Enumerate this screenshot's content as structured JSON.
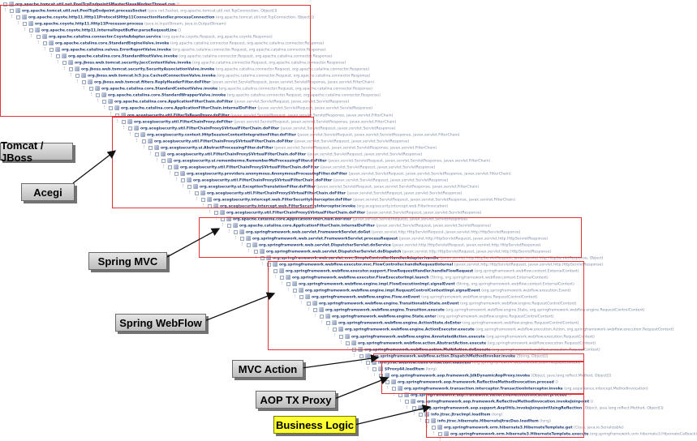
{
  "layers": [
    {
      "id": "tomcat",
      "label": "Tomcat / JBoss",
      "highlight": false
    },
    {
      "id": "acegi",
      "label": "Acegi",
      "highlight": false
    },
    {
      "id": "springmvc",
      "label": "Spring MVC",
      "highlight": false
    },
    {
      "id": "webflow",
      "label": "Spring WebFlow",
      "highlight": false
    },
    {
      "id": "mvcaction",
      "label": "MVC Action",
      "highlight": false
    },
    {
      "id": "aoptx",
      "label": "AOP TX Proxy",
      "highlight": false
    },
    {
      "id": "business",
      "label": "Business Logic",
      "highlight": true
    }
  ],
  "trace": [
    {
      "method": "org.apache.tomcat.util.net.PoolTcpEndpoint$MasterSlaveWorkerThread.run",
      "sig": "()"
    },
    {
      "method": "org.apache.tomcat.util.net.PoolTcpEndpoint.processSocket",
      "sig": "(java.net.Socket, org.apache.tomcat.util.net.TcpConnection, Object[])"
    },
    {
      "method": "org.apache.coyote.http11.Http11Protocol$Http11ConnectionHandler.processConnection",
      "sig": "(org.apache.tomcat.util.net.TcpConnection, Object[])"
    },
    {
      "method": "org.apache.coyote.http11.Http11Processor.process",
      "sig": "(java.io.InputStream, java.io.OutputStream)"
    },
    {
      "method": "org.apache.coyote.http11.InternalInputBuffer.parseRequestLine",
      "sig": "()"
    },
    {
      "method": "org.apache.catalina.connector.CoyoteAdapter.service",
      "sig": "(org.apache.coyote.Request, org.apache.coyote.Response)"
    },
    {
      "method": "org.apache.catalina.core.StandardEngineValve.invoke",
      "sig": "(org.apache.catalina.connector.Request, org.apache.catalina.connector.Response)"
    },
    {
      "method": "org.apache.catalina.valves.ErrorReportValve.invoke",
      "sig": "(org.apache.catalina.connector.Request, org.apache.catalina.connector.Response)"
    },
    {
      "method": "org.apache.catalina.core.StandardHostValve.invoke",
      "sig": "(org.apache.catalina.connector.Request, org.apache.catalina.connector.Response)"
    },
    {
      "method": "org.jboss.web.tomcat.security.JaccContextValve.invoke",
      "sig": "(org.apache.catalina.connector.Request, org.apache.catalina.connector.Response)"
    },
    {
      "method": "org.jboss.web.tomcat.security.SecurityAssociationValve.invoke",
      "sig": "(org.apache.catalina.connector.Request, org.apache.catalina.connector.Response)"
    },
    {
      "method": "org.jboss.web.tomcat.tc5.jca.CachedConnectionValve.invoke",
      "sig": "(org.apache.catalina.connector.Request, org.apache.catalina.connector.Response)"
    },
    {
      "method": "org.jboss.web.tomcat.filters.ReplyHeaderFilter.doFilter",
      "sig": "(javax.servlet.ServletRequest, javax.servlet.ServletResponse, javax.servlet.FilterChain)"
    },
    {
      "method": "org.apache.catalina.core.StandardContextValve.invoke",
      "sig": "(org.apache.catalina.connector.Request, org.apache.catalina.connector.Response)"
    },
    {
      "method": "org.apache.catalina.core.StandardWrapperValve.invoke",
      "sig": "(org.apache.catalina.connector.Request, org.apache.catalina.connector.Response)"
    },
    {
      "method": "org.apache.catalina.core.ApplicationFilterChain.doFilter",
      "sig": "(javax.servlet.ServletRequest, javax.servlet.ServletResponse)"
    },
    {
      "method": "org.apache.catalina.core.ApplicationFilterChain.internalDoFilter",
      "sig": "(javax.servlet.ServletRequest, javax.servlet.ServletResponse)"
    },
    {
      "method": "org.acegisecurity.util.FilterToBeanProxy.doFilter",
      "sig": "(javax.servlet.ServletRequest, javax.servlet.ServletResponse, javax.servlet.FilterChain)"
    },
    {
      "method": "org.acegisecurity.util.FilterChainProxy.doFilter",
      "sig": "(javax.servlet.ServletRequest, javax.servlet.ServletResponse, javax.servlet.FilterChain)"
    },
    {
      "method": "org.acegisecurity.util.FilterChainProxy$VirtualFilterChain.doFilter",
      "sig": "(javax.servlet.ServletRequest, javax.servlet.ServletResponse)"
    },
    {
      "method": "org.acegisecurity.context.HttpSessionContextIntegrationFilter.doFilter",
      "sig": "(javax.servlet.ServletRequest, javax.servlet.ServletResponse, javax.servlet.FilterChain)"
    },
    {
      "method": "org.acegisecurity.util.FilterChainProxy$VirtualFilterChain.doFilter",
      "sig": "(javax.servlet.ServletRequest, javax.servlet.ServletResponse)"
    },
    {
      "method": "org.acegisecurity.ui.AbstractProcessingFilter.doFilter",
      "sig": "(javax.servlet.ServletRequest, javax.servlet.ServletResponse, javax.servlet.FilterChain)"
    },
    {
      "method": "org.acegisecurity.util.FilterChainProxy$VirtualFilterChain.doFilter",
      "sig": "(javax.servlet.ServletRequest, javax.servlet.ServletResponse)"
    },
    {
      "method": "org.acegisecurity.ui.rememberme.RememberMeProcessingFilter.doFilter",
      "sig": "(javax.servlet.ServletRequest, javax.servlet.ServletResponse, javax.servlet.FilterChain)"
    },
    {
      "method": "org.acegisecurity.util.FilterChainProxy$VirtualFilterChain.doFilter",
      "sig": "(javax.servlet.ServletRequest, javax.servlet.ServletResponse)"
    },
    {
      "method": "org.acegisecurity.providers.anonymous.AnonymousProcessingFilter.doFilter",
      "sig": "(javax.servlet.ServletRequest, javax.servlet.ServletResponse, javax.servlet.FilterChain)"
    },
    {
      "method": "org.acegisecurity.util.FilterChainProxy$VirtualFilterChain.doFilter",
      "sig": "(javax.servlet.ServletRequest, javax.servlet.ServletResponse)"
    },
    {
      "method": "org.acegisecurity.ui.ExceptionTranslationFilter.doFilter",
      "sig": "(javax.servlet.ServletRequest, javax.servlet.ServletResponse, javax.servlet.FilterChain)"
    },
    {
      "method": "org.acegisecurity.util.FilterChainProxy$VirtualFilterChain.doFilter",
      "sig": "(javax.servlet.ServletRequest, javax.servlet.ServletResponse)"
    },
    {
      "method": "org.acegisecurity.intercept.web.FilterSecurityInterceptor.doFilter",
      "sig": "(javax.servlet.ServletRequest, javax.servlet.ServletResponse, javax.servlet.FilterChain)"
    },
    {
      "method": "org.acegisecurity.intercept.web.FilterSecurityInterceptor.invoke",
      "sig": "(org.acegisecurity.intercept.web.FilterInvocation)"
    },
    {
      "method": "org.acegisecurity.util.FilterChainProxy$VirtualFilterChain.doFilter",
      "sig": "(javax.servlet.ServletRequest, javax.servlet.ServletResponse)"
    },
    {
      "method": "org.apache.catalina.core.ApplicationFilterChain.doFilter",
      "sig": "(javax.servlet.ServletRequest, javax.servlet.ServletResponse)"
    },
    {
      "method": "org.apache.catalina.core.ApplicationFilterChain.internalDoFilter",
      "sig": "(javax.servlet.ServletRequest, javax.servlet.ServletResponse)"
    },
    {
      "method": "org.springframework.web.servlet.FrameworkServlet.doGet",
      "sig": "(javax.servlet.http.HttpServletRequest, javax.servlet.http.HttpServletResponse)"
    },
    {
      "method": "org.springframework.web.servlet.FrameworkServlet.processRequest",
      "sig": "(javax.servlet.http.HttpServletRequest, javax.servlet.http.HttpServletResponse)"
    },
    {
      "method": "org.springframework.web.servlet.DispatcherServlet.doService",
      "sig": "(javax.servlet.http.HttpServletRequest, javax.servlet.http.HttpServletResponse)"
    },
    {
      "method": "org.springframework.web.servlet.DispatcherServlet.doDispatch",
      "sig": "(javax.servlet.http.HttpServletRequest, javax.servlet.http.HttpServletResponse)"
    },
    {
      "method": "org.springframework.web.servlet.mvc.SimpleControllerHandlerAdapter.handle",
      "sig": "(javax.servlet.http.HttpServletRequest, javax.servlet.http.HttpServletResponse, Object)"
    },
    {
      "method": "org.springframework.webflow.executor.mvc.FlowController.handleRequestInternal",
      "sig": "(javax.servlet.http.HttpServletRequest, javax.servlet.http.HttpServletResponse)"
    },
    {
      "method": "org.springframework.webflow.executor.support.FlowRequestHandler.handleFlowRequest",
      "sig": "(org.springframework.webflow.context.ExternalContext)"
    },
    {
      "method": "org.springframework.webflow.executor.FlowExecutorImpl.launch",
      "sig": "(String, org.springframework.webflow.context.ExternalContext)"
    },
    {
      "method": "org.springframework.webflow.engine.impl.FlowExecutionImpl.signalEvent",
      "sig": "(String, org.springframework.webflow.context.ExternalContext)"
    },
    {
      "method": "org.springframework.webflow.engine.impl.RequestControlContextImpl.signalEvent",
      "sig": "(org.springframework.webflow.execution.Event)"
    },
    {
      "method": "org.springframework.webflow.engine.Flow.onEvent",
      "sig": "(org.springframework.webflow.engine.RequestControlContext)"
    },
    {
      "method": "org.springframework.webflow.engine.TransitionableState.onEvent",
      "sig": "(org.springframework.webflow.engine.RequestControlContext)"
    },
    {
      "method": "org.springframework.webflow.engine.Transition.execute",
      "sig": "(org.springframework.webflow.engine.State, org.springframework.webflow.engine.RequestControlContext)"
    },
    {
      "method": "org.springframework.webflow.engine.State.enter",
      "sig": "(org.springframework.webflow.engine.RequestControlContext)"
    },
    {
      "method": "org.springframework.webflow.engine.ActionState.doEnter",
      "sig": "(org.springframework.webflow.engine.RequestControlContext)"
    },
    {
      "method": "org.springframework.webflow.engine.ActionExecutor.execute",
      "sig": "(org.springframework.webflow.execution.Action, org.springframework.webflow.execution.RequestContext)"
    },
    {
      "method": "org.springframework.webflow.engine.AnnotatedAction.execute",
      "sig": "(org.springframework.webflow.execution.RequestContext)"
    },
    {
      "method": "org.springframework.webflow.action.AbstractAction.execute",
      "sig": "(org.springframework.webflow.execution.RequestContext)"
    },
    {
      "method": "org.springframework.webflow.action.MultiAction.doExecute",
      "sig": "(org.springframework.webflow.execution.RequestContext)"
    },
    {
      "method": "org.springframework.webflow.action.DispatchMethodInvoker.invoke",
      "sig": "(String, Object[])"
    },
    {
      "method": "info.jtrac.webflow.ItemFormAction.loadItem",
      "sig": "(org.springframework.webflow.execution.RequestContext)"
    },
    {
      "method": "$Proxy44.loadItem",
      "sig": "(long)"
    },
    {
      "method": "org.springframework.aop.framework.JdkDynamicAopProxy.invoke",
      "sig": "(Object, java.lang.reflect.Method, Object[])"
    },
    {
      "method": "org.springframework.aop.framework.ReflectiveMethodInvocation.proceed",
      "sig": "()"
    },
    {
      "method": "org.springframework.transaction.interceptor.TransactionInterceptor.invoke",
      "sig": "(org.aopalliance.intercept.MethodInvocation)"
    },
    {
      "method": "org.springframework.aop.framework.ReflectiveMethodInvocation.proceed",
      "sig": "()"
    },
    {
      "method": "org.springframework.aop.framework.ReflectiveMethodInvocation.invokeJoinpoint",
      "sig": "()"
    },
    {
      "method": "org.springframework.aop.support.AopUtils.invokeJoinpointUsingReflection",
      "sig": "(Object, java.lang.reflect.Method, Object[])"
    },
    {
      "method": "info.jtrac.JtracImpl.loadItem",
      "sig": "(long)"
    },
    {
      "method": "info.jtrac.hibernate.HibernateJtracDao.loadItem",
      "sig": "(long)"
    },
    {
      "method": "org.springframework.orm.hibernate3.HibernateTemplate.get",
      "sig": "(Class, java.io.Serializable)"
    },
    {
      "method": "org.springframework.orm.hibernate3.HibernateTemplate.execute",
      "sig": "(org.springframework.orm.hibernate3.HibernateCallback)"
    }
  ]
}
